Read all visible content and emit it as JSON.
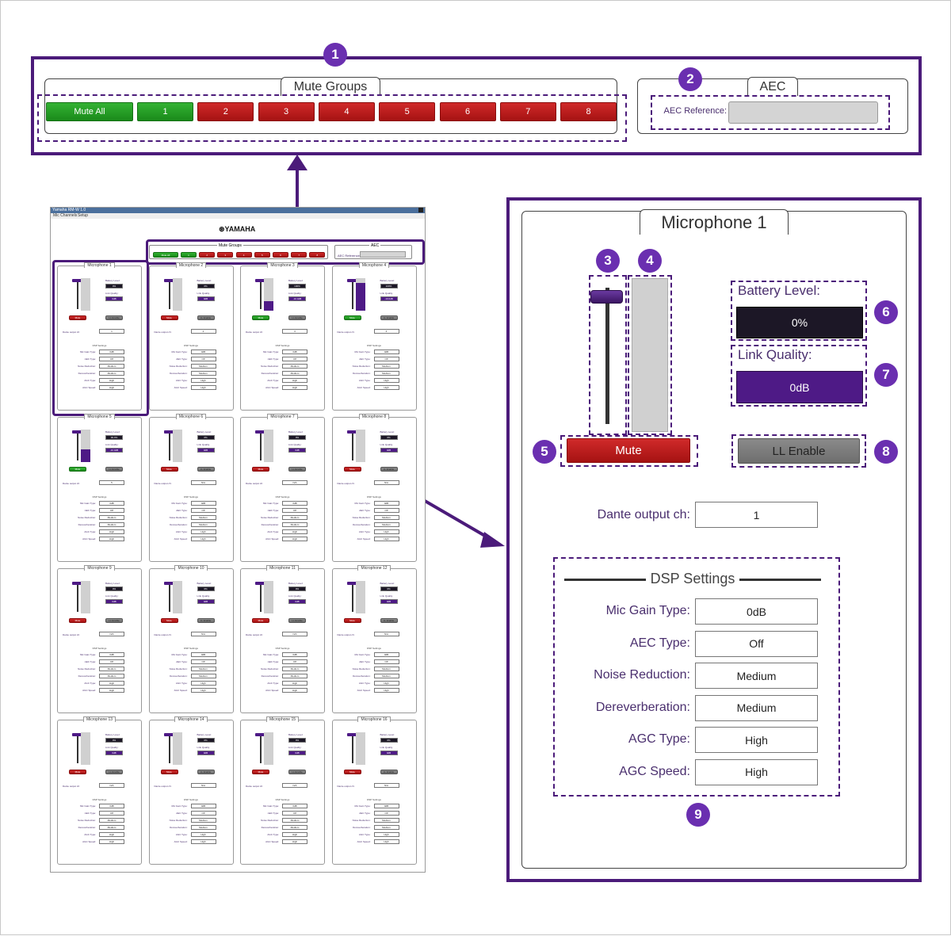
{
  "top_panel": {
    "mute_groups": {
      "title": "Mute Groups",
      "mute_all_label": "Mute All",
      "group_labels": [
        "1",
        "2",
        "3",
        "4",
        "5",
        "6",
        "7",
        "8"
      ],
      "group_states": [
        "green",
        "red",
        "red",
        "red",
        "red",
        "red",
        "red",
        "red"
      ]
    },
    "aec": {
      "title": "AEC",
      "reference_label": "AEC Reference:",
      "reference_value": ""
    }
  },
  "callouts": {
    "c1": "1",
    "c2": "2",
    "c3": "3",
    "c4": "4",
    "c5": "5",
    "c6": "6",
    "c7": "7",
    "c8": "8",
    "c9": "9"
  },
  "overview": {
    "window_title": "Yamaha RM-W 1.0",
    "menu_items": [
      "Mic Channels",
      "Setup"
    ],
    "logo_text": "YAMAHA",
    "mute_groups_title": "Mute Groups",
    "mute_all_label": "Mute All",
    "aec_title": "AEC",
    "aec_ref_label": "AEC Reference:",
    "cards": [
      {
        "title": "Microphone 1",
        "battery": "0%",
        "link": "0dB",
        "fill": 0,
        "mute": "red",
        "dante": "1"
      },
      {
        "title": "Microphone 2",
        "battery": "0%",
        "link": "0dB",
        "fill": 0,
        "mute": "red",
        "dante": "2"
      },
      {
        "title": "Microphone 3",
        "battery": "100%",
        "link": "-10.0dB",
        "fill": 0.3,
        "mute": "green",
        "dante": "3"
      },
      {
        "title": "Microphone 4",
        "battery": "100%",
        "link": "-10.0dB",
        "fill": 0.85,
        "mute": "green",
        "dante": "4"
      },
      {
        "title": "Microphone 5",
        "battery": "99.0%",
        "link": "-10.0dB",
        "fill": 0.4,
        "mute": "green",
        "dante": "5"
      },
      {
        "title": "Microphone 6",
        "battery": "0%",
        "link": "0dB",
        "fill": 0,
        "mute": "red",
        "dante": "N/A"
      },
      {
        "title": "Microphone 7",
        "battery": "0%",
        "link": "0dB",
        "fill": 0,
        "mute": "red",
        "dante": "N/A"
      },
      {
        "title": "Microphone 8",
        "battery": "0%",
        "link": "0dB",
        "fill": 0,
        "mute": "red",
        "dante": "N/A"
      },
      {
        "title": "Microphone 9",
        "battery": "0%",
        "link": "0dB",
        "fill": 0,
        "mute": "red",
        "dante": "N/A"
      },
      {
        "title": "Microphone 10",
        "battery": "0%",
        "link": "0dB",
        "fill": 0,
        "mute": "red",
        "dante": "N/A"
      },
      {
        "title": "Microphone 11",
        "battery": "0%",
        "link": "0dB",
        "fill": 0,
        "mute": "red",
        "dante": "N/A"
      },
      {
        "title": "Microphone 12",
        "battery": "0%",
        "link": "0dB",
        "fill": 0,
        "mute": "red",
        "dante": "N/A"
      },
      {
        "title": "Microphone 13",
        "battery": "0%",
        "link": "0dB",
        "fill": 0,
        "mute": "red",
        "dante": "N/A"
      },
      {
        "title": "Microphone 14",
        "battery": "0%",
        "link": "0dB",
        "fill": 0,
        "mute": "red",
        "dante": "N/A"
      },
      {
        "title": "Microphone 15",
        "battery": "0%",
        "link": "0dB",
        "fill": 0,
        "mute": "red",
        "dante": "N/A"
      },
      {
        "title": "Microphone 16",
        "battery": "0%",
        "link": "0dB",
        "fill": 0,
        "mute": "red",
        "dante": "N/A"
      }
    ],
    "mini_labels": {
      "battery": "Battery Level:",
      "link": "Link Quality:",
      "mute": "Mute",
      "ll": "LL Enable",
      "dante": "Dante output ch:",
      "dsp": "DSP Settings",
      "dsp_rows": [
        "Mic Gain Type:",
        "AEC Type:",
        "Noise Reduction:",
        "Dereverberation:",
        "AGC Type:",
        "AGC Speed:"
      ],
      "dsp_values": [
        "0dB",
        "Off",
        "Medium",
        "Medium",
        "High",
        "High"
      ]
    }
  },
  "detail": {
    "title": "Microphone 1",
    "level_fill": 0,
    "battery_label": "Battery Level:",
    "battery_value": "0%",
    "link_label": "Link Quality:",
    "link_value": "0dB",
    "mute_label": "Mute",
    "ll_label": "LL Enable",
    "dante_label": "Dante output ch:",
    "dante_value": "1",
    "dsp": {
      "title": "DSP Settings",
      "rows": [
        {
          "label": "Mic Gain Type:",
          "value": "0dB"
        },
        {
          "label": "AEC Type:",
          "value": "Off"
        },
        {
          "label": "Noise Reduction:",
          "value": "Medium"
        },
        {
          "label": "Dereverberation:",
          "value": "Medium"
        },
        {
          "label": "AGC Type:",
          "value": "High"
        },
        {
          "label": "AGC Speed:",
          "value": "High"
        }
      ]
    }
  },
  "colors": {
    "accent": "#4b1b7a",
    "callout": "#6a2fb0",
    "mute_red": "#c01a1a",
    "mute_green": "#22a022",
    "battery_bg": "#1c1726",
    "link_bg": "#4e1a86"
  }
}
